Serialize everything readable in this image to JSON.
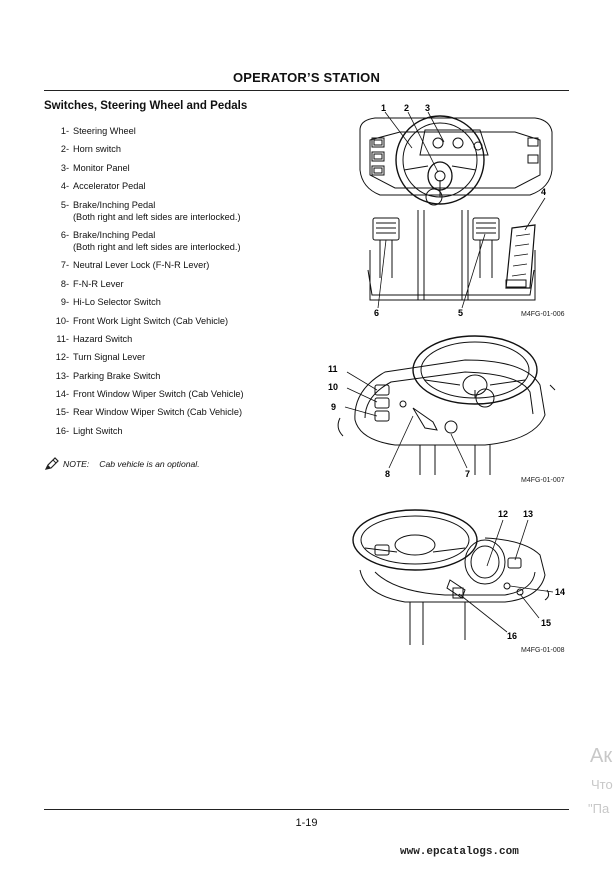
{
  "page": {
    "title": "OPERATOR’S STATION",
    "section_title": "Switches, Steering Wheel and Pedals",
    "page_number": "1-19",
    "site": "www.epcatalogs.com"
  },
  "parts": [
    {
      "num": "1-",
      "line1": "Steering Wheel",
      "line2": ""
    },
    {
      "num": "2-",
      "line1": "Horn switch",
      "line2": ""
    },
    {
      "num": "3-",
      "line1": "Monitor Panel",
      "line2": ""
    },
    {
      "num": "4-",
      "line1": "Accelerator Pedal",
      "line2": ""
    },
    {
      "num": "5-",
      "line1": "Brake/Inching Pedal",
      "line2": "(Both right and left sides are interlocked.)"
    },
    {
      "num": "6-",
      "line1": "Brake/Inching Pedal",
      "line2": "(Both right and left sides are interlocked.)"
    },
    {
      "num": "7-",
      "line1": "Neutral Lever Lock (F-N-R Lever)",
      "line2": ""
    },
    {
      "num": "8-",
      "line1": "F-N-R Lever",
      "line2": ""
    },
    {
      "num": "9-",
      "line1": "Hi-Lo Selector Switch",
      "line2": ""
    },
    {
      "num": "10-",
      "line1": "Front Work Light Switch (Cab Vehicle)",
      "line2": ""
    },
    {
      "num": "11-",
      "line1": "Hazard Switch",
      "line2": ""
    },
    {
      "num": "12-",
      "line1": "Turn Signal Lever",
      "line2": ""
    },
    {
      "num": "13-",
      "line1": "Parking Brake Switch",
      "line2": ""
    },
    {
      "num": "14-",
      "line1": "Front Window Wiper Switch (Cab Vehicle)",
      "line2": ""
    },
    {
      "num": "15-",
      "line1": "Rear Window Wiper Switch (Cab Vehicle)",
      "line2": ""
    },
    {
      "num": "16-",
      "line1": "Light Switch",
      "line2": ""
    }
  ],
  "note": {
    "label": "NOTE:",
    "text": "Cab vehicle is an optional."
  },
  "figures": [
    {
      "code": "M4FG-01-006",
      "callouts": [
        "1",
        "2",
        "3",
        "4",
        "5",
        "6"
      ]
    },
    {
      "code": "M4FG-01-007",
      "callouts": [
        "11",
        "10",
        "9",
        "8",
        "7"
      ]
    },
    {
      "code": "M4FG-01-008",
      "callouts": [
        "12",
        "13",
        "14",
        "15",
        "16"
      ]
    }
  ],
  "watermark": {
    "line1": "Ак",
    "line2": "Что",
    "line3": "\"Па"
  }
}
